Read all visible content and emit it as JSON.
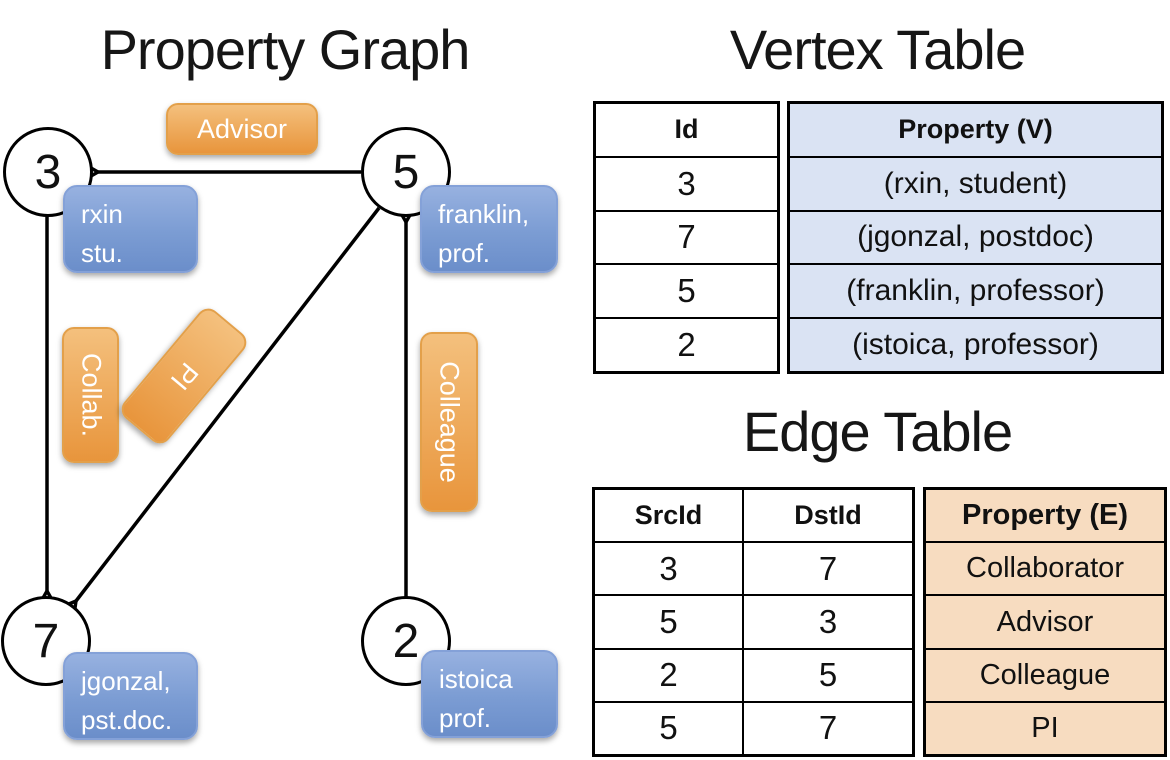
{
  "graph": {
    "title": "Property Graph",
    "nodes": [
      {
        "id": "3",
        "label_lines": [
          "rxin",
          "stu."
        ]
      },
      {
        "id": "5",
        "label_lines": [
          "franklin,",
          "prof."
        ]
      },
      {
        "id": "7",
        "label_lines": [
          "jgonzal,",
          "pst.doc."
        ]
      },
      {
        "id": "2",
        "label_lines": [
          "istoica",
          "prof."
        ]
      }
    ],
    "edge_labels": {
      "advisor": "Advisor",
      "collab": "Collab.",
      "pi": "PI",
      "colleague": "Colleague"
    }
  },
  "vertex_table": {
    "title": "Vertex Table",
    "columns": [
      "Id",
      "Property (V)"
    ],
    "rows": [
      [
        "3",
        "(rxin, student)"
      ],
      [
        "7",
        "(jgonzal, postdoc)"
      ],
      [
        "5",
        "(franklin, professor)"
      ],
      [
        "2",
        "(istoica, professor)"
      ]
    ]
  },
  "edge_table": {
    "title": "Edge Table",
    "columns": [
      "SrcId",
      "DstId",
      "Property (E)"
    ],
    "rows": [
      [
        "3",
        "7",
        "Collaborator"
      ],
      [
        "5",
        "3",
        "Advisor"
      ],
      [
        "2",
        "5",
        "Colleague"
      ],
      [
        "5",
        "7",
        "PI"
      ]
    ]
  },
  "colors": {
    "blue_top": "#97b1e0",
    "blue_mid": "#7b9cd3",
    "blue_bottom": "#6b8eca",
    "blue_border": "#84a1d8",
    "orange_top": "#f4c07d",
    "orange_bottom": "#e8953c",
    "orange_border": "#e3a04a",
    "vertex_fill": "#dae3f3",
    "edge_fill": "#f7dcc0",
    "line_color": "#000000"
  }
}
